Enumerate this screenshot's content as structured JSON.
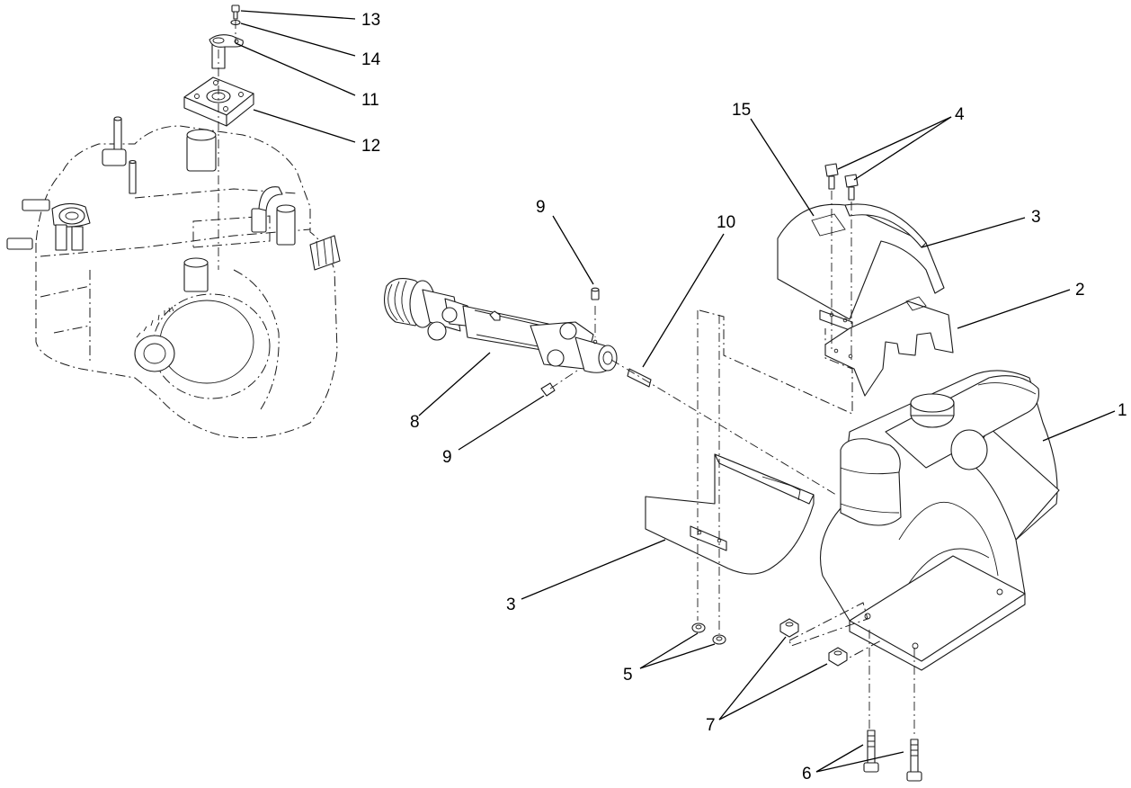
{
  "callouts": [
    {
      "id": "c13",
      "label": "13"
    },
    {
      "id": "c14",
      "label": "14"
    },
    {
      "id": "c11",
      "label": "11"
    },
    {
      "id": "c12",
      "label": "12"
    },
    {
      "id": "c15",
      "label": "15"
    },
    {
      "id": "c4",
      "label": "4"
    },
    {
      "id": "c3a",
      "label": "3"
    },
    {
      "id": "c2",
      "label": "2"
    },
    {
      "id": "c1",
      "label": "1"
    },
    {
      "id": "c9a",
      "label": "9"
    },
    {
      "id": "c10",
      "label": "10"
    },
    {
      "id": "c8",
      "label": "8"
    },
    {
      "id": "c9b",
      "label": "9"
    },
    {
      "id": "c3b",
      "label": "3"
    },
    {
      "id": "c5",
      "label": "5"
    },
    {
      "id": "c7",
      "label": "7"
    },
    {
      "id": "c6",
      "label": "6"
    }
  ],
  "colors": {
    "line": "#1a1a1a",
    "background": "#ffffff"
  }
}
